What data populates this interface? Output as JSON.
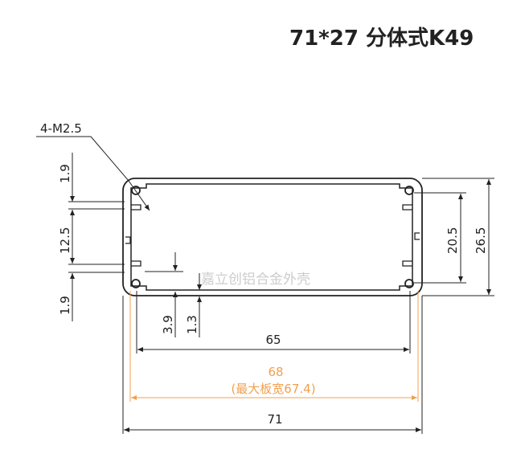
{
  "title": "71*27  分体式K49",
  "watermark": "嘉立创铝合金外壳",
  "dimensions": {
    "hole_callout": "4-M2.5",
    "left_top": "1.9",
    "left_middle": "12.5",
    "left_bottom": "1.9",
    "right_inner": "20.5",
    "right_outer": "26.5",
    "small_a": "3.9",
    "small_b": "1.3",
    "inner_width": "65",
    "board_width": "68",
    "board_max_note": "(最大板宽67.4)",
    "outer_width": "71"
  },
  "colors": {
    "line": "#222222",
    "board": "#f0a050",
    "watermark": "#cccccc"
  }
}
